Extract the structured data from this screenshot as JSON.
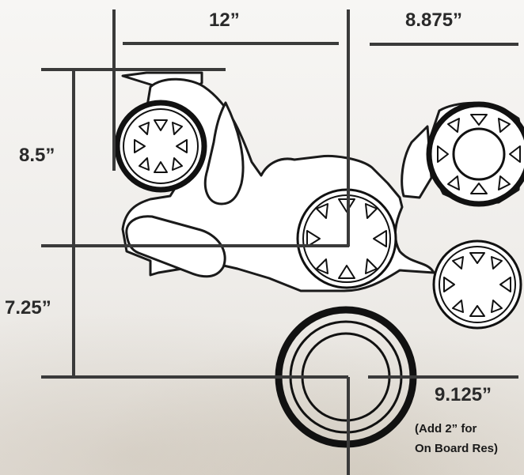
{
  "dimensions": {
    "width_top": "12”",
    "width_right": "8.875”",
    "height_upper": "8.5”",
    "height_lower": "7.25”",
    "crank_offset": "9.125”"
  },
  "note": {
    "line1": "(Add 2” for",
    "line2": "On Board Res)"
  },
  "colors": {
    "ink": "#1a1a1a",
    "label": "#2a2a2a",
    "dimension_line": "#3a3a3a"
  }
}
